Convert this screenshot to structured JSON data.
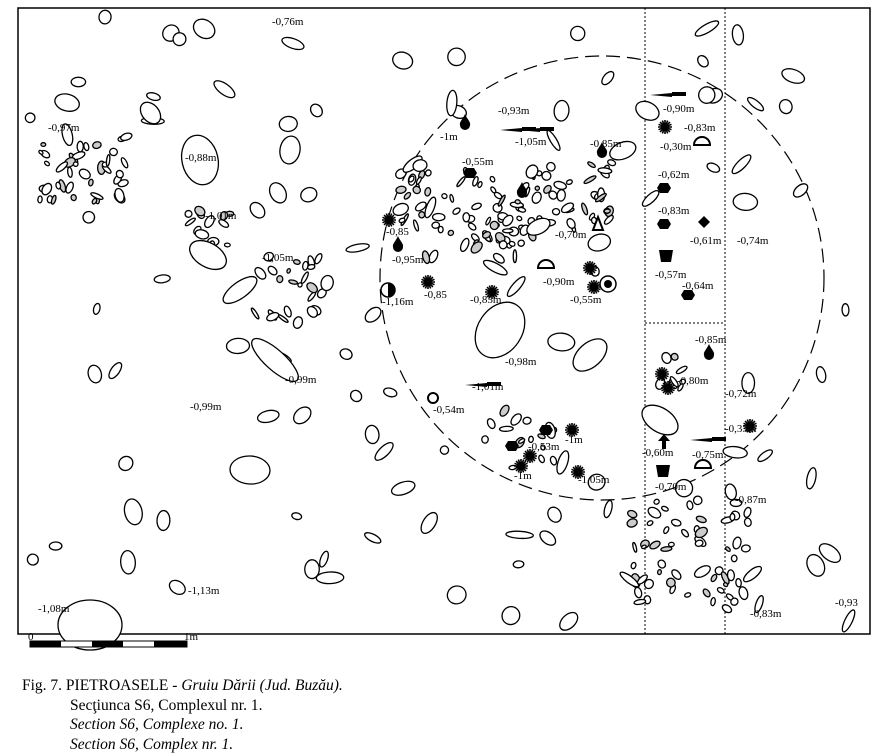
{
  "figure": {
    "scale_bar": {
      "start_label": "0",
      "end_label": "1m"
    },
    "depth_labels": [
      "-0,76m",
      "-0,97m",
      "-0,88m",
      "-1,01m",
      "-1,05m",
      "-0,99m",
      "-0,99m",
      "-1,13m",
      "-1,08m",
      "-0,93m",
      "-1m",
      "-1,05m",
      "-0,85m",
      "-0,55m",
      "-0,85",
      "-0,95m",
      "-0,70m",
      "-0,90m",
      "-0,55m",
      "-0,85",
      "-1,16m",
      "-0,85m",
      "-0,98m",
      "-1,01m",
      "-0,54m",
      "-0,53m",
      "-1m",
      "-1m",
      "-1,05m",
      "-0,90m",
      "-0,83m",
      "-0,30m",
      "-0,62m",
      "-0,83m",
      "-0,61m",
      "-0,57m",
      "-0,64m",
      "-0,74m",
      "-0,85m",
      "-0,80m",
      "-0,72m",
      "-0,33m",
      "-0,60m",
      "-0,75m",
      "-0,70m",
      "-0,87m",
      "-0,83m",
      "-0,93"
    ]
  },
  "caption": {
    "line1_prefix": "Fig. 7. PIETROASELE - ",
    "line1_italic": "Gruiu Dării (Jud. Buzău).",
    "line2": "Secţiunca S6, Complexul nr. 1.",
    "line3": "Section S6, Complexe no. 1.",
    "line4": "Section S6, Complex nr. 1."
  }
}
